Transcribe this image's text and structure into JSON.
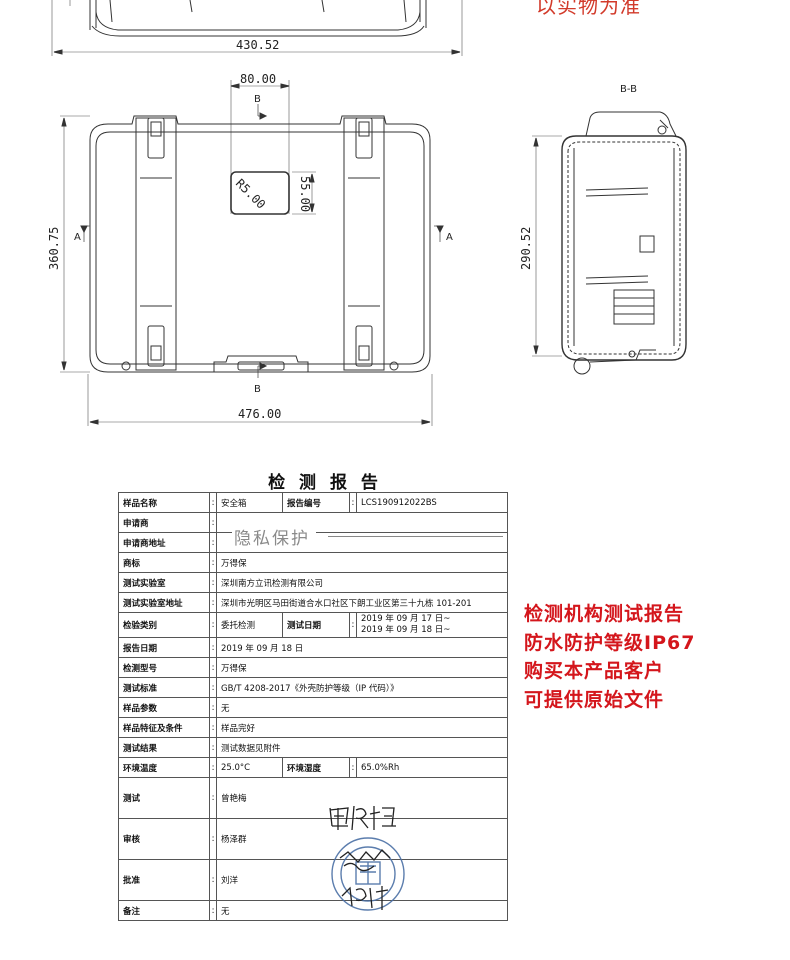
{
  "drawing": {
    "top_note": "以实物为准",
    "dims": {
      "top_width": "430.52",
      "handle_width": "80.00",
      "height": "360.75",
      "radius": "R5.00",
      "window_height": "55.00",
      "total_width": "476.00",
      "side_height": "290.52"
    },
    "section_labels": {
      "b_top": "B",
      "b_bottom": "B",
      "a_left": "A",
      "a_right": "A",
      "bb": "B-B"
    }
  },
  "report": {
    "title": "检 测 报 告",
    "privacy_stamp": "隐私保护",
    "rows": {
      "sample_name": {
        "label": "样品名称",
        "value": "安全箱"
      },
      "report_no": {
        "label": "报告编号",
        "value": "LCS190912022BS"
      },
      "applicant": {
        "label": "申请商",
        "value": ""
      },
      "applicant_addr": {
        "label": "申请商地址",
        "value": ""
      },
      "brand": {
        "label": "商标",
        "value": "万得保"
      },
      "lab": {
        "label": "测试实验室",
        "value": "深圳南方立讯检测有限公司"
      },
      "lab_addr": {
        "label": "测试实验室地址",
        "value": "深圳市光明区马田街道合水口社区下朗工业区第三十九栋 101-201"
      },
      "test_category": {
        "label": "检验类别",
        "value": "委托检测"
      },
      "test_date": {
        "label": "测试日期",
        "value_1": "2019 年 09 月 17 日~",
        "value_2": "2019 年 09 月 18 日~"
      },
      "report_date": {
        "label": "报告日期",
        "value": "2019 年 09 月 18 日"
      },
      "model": {
        "label": "检测型号",
        "value": "万得保"
      },
      "standard": {
        "label": "测试标准",
        "value": "GB/T 4208-2017《外壳防护等级（IP 代码）》"
      },
      "params": {
        "label": "样品参数",
        "value": "无"
      },
      "condition": {
        "label": "样品特征及条件",
        "value": "样品完好"
      },
      "result": {
        "label": "测试结果",
        "value": "测试数据见附件"
      },
      "temperature": {
        "label": "环境温度",
        "value": "25.0°C"
      },
      "humidity": {
        "label": "环境湿度",
        "value": "65.0%Rh"
      },
      "tester": {
        "label": "测试",
        "value": "曾艳梅"
      },
      "reviewer": {
        "label": "审核",
        "value": "杨泽群"
      },
      "approver": {
        "label": "批准",
        "value": "刘洋"
      },
      "remark": {
        "label": "备注",
        "value": "无"
      }
    }
  },
  "side_note": {
    "line1": "检测机构测试报告",
    "line2": "防水防护等级IP67",
    "line3": "购买本产品客户",
    "line4": "可提供原始文件"
  }
}
